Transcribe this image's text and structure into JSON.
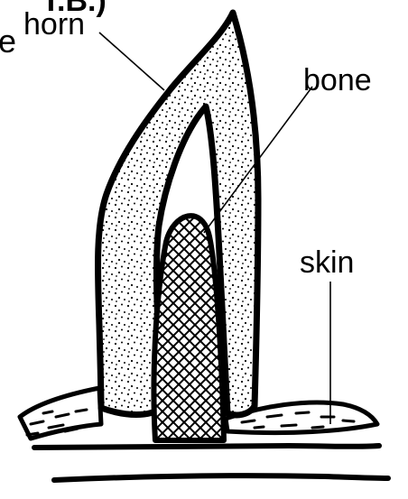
{
  "labels": {
    "horn": "horn",
    "bone": "bone",
    "skin": "skin",
    "cropped_fragment_top": "T.B.)",
    "cropped_fragment_left": "e"
  },
  "colors": {
    "ink": "#000000",
    "paper": "#ffffff"
  }
}
